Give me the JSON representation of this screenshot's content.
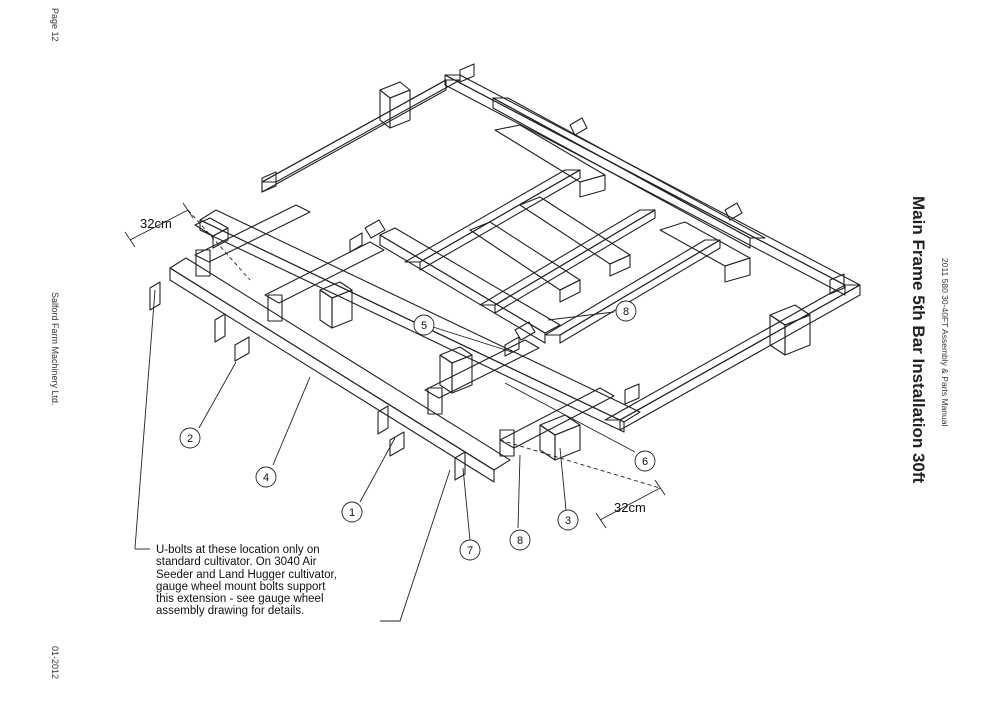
{
  "page": {
    "number": "Page 12",
    "company": "Salford Farm Machinery Ltd.",
    "date": "01-2012"
  },
  "title": "Main Frame 5th Bar Installation 30ft",
  "subtitle": "2011 580 30-40FT Assembly & Parts Manual",
  "dimensions": {
    "left": "32cm",
    "right": "32cm"
  },
  "callouts": [
    "1",
    "2",
    "3",
    "4",
    "5",
    "6",
    "7",
    "8",
    "8"
  ],
  "note": {
    "lines": [
      "U-bolts at these location only on",
      "standard cultivator. On 3040 Air",
      "Seeder and Land Hugger cultivator,",
      "gauge wheel mount bolts support",
      "this extension - see gauge wheel",
      "assembly drawing for details."
    ]
  }
}
